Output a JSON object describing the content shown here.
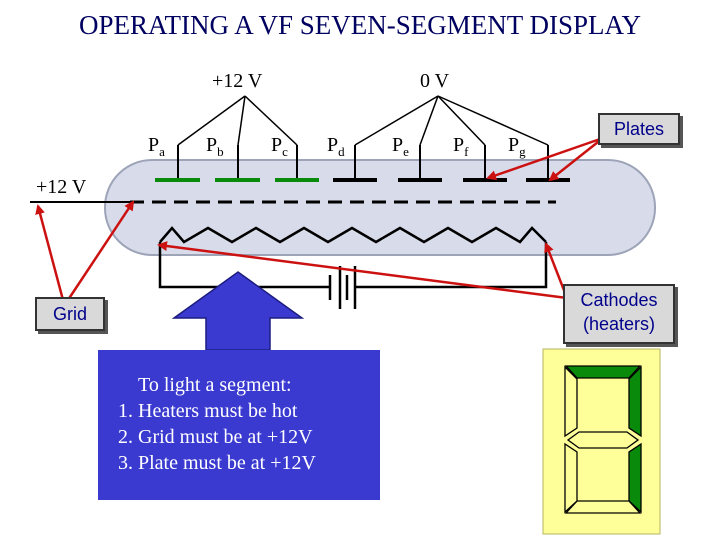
{
  "title": "OPERATING A VF SEVEN-SEGMENT DISPLAY",
  "supply_left": "+12 V",
  "supply_right": "0 V",
  "grid_voltage": "+12 V",
  "plates": [
    {
      "base": "P",
      "sub": "a",
      "state": "on"
    },
    {
      "base": "P",
      "sub": "b",
      "state": "on"
    },
    {
      "base": "P",
      "sub": "c",
      "state": "on"
    },
    {
      "base": "P",
      "sub": "d",
      "state": "off"
    },
    {
      "base": "P",
      "sub": "e",
      "state": "off"
    },
    {
      "base": "P",
      "sub": "f",
      "state": "off"
    },
    {
      "base": "P",
      "sub": "g",
      "state": "off"
    }
  ],
  "callouts": {
    "plates": "Plates",
    "grid": "Grid",
    "cathodes_line1": "Cathodes",
    "cathodes_line2": "(heaters)"
  },
  "instructions": {
    "heading": "To light a segment:",
    "steps": [
      "1. Heaters must be hot",
      "2. Grid must be at +12V",
      "3. Plate must be at +12V"
    ]
  },
  "colors": {
    "title": "#000060",
    "segment_on": "#0a8a0a",
    "segment_off": "#000000",
    "arrow": "#cc1111",
    "tube": "#d8dcea",
    "note_bg": "#3a3ad0",
    "callout_text": "#00008b",
    "display_bg": "#ffff99"
  }
}
